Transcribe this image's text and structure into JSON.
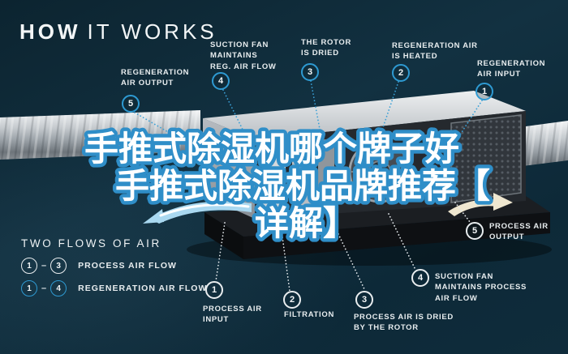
{
  "title": {
    "word_bold": "HOW",
    "word_light": "IT WORKS"
  },
  "overlay_title": {
    "line1": "手推式除湿机哪个牌子好",
    "line2": "手推式除湿机品牌推荐【",
    "line3": "详解】"
  },
  "regeneration_flow": {
    "name": "REGENERATION AIR FLOW",
    "callouts": [
      {
        "num": "1",
        "line1": "REGENERATION",
        "line2": "AIR INPUT",
        "line3": ""
      },
      {
        "num": "2",
        "line1": "REGENERATION AIR",
        "line2": "IS HEATED",
        "line3": ""
      },
      {
        "num": "3",
        "line1": "THE ROTOR",
        "line2": "IS DRIED",
        "line3": ""
      },
      {
        "num": "4",
        "line1": "SUCTION FAN",
        "line2": "MAINTAINS",
        "line3": "REG. AIR FLOW"
      },
      {
        "num": "5",
        "line1": "REGENERATION",
        "line2": "AIR OUTPUT",
        "line3": ""
      }
    ]
  },
  "process_flow": {
    "name": "PROCESS AIR FLOW",
    "callouts": [
      {
        "num": "1",
        "line1": "PROCESS AIR",
        "line2": "INPUT",
        "line3": ""
      },
      {
        "num": "2",
        "line1": "FILTRATION",
        "line2": "",
        "line3": ""
      },
      {
        "num": "3",
        "line1": "PROCESS AIR IS DRIED",
        "line2": "BY THE ROTOR",
        "line3": ""
      },
      {
        "num": "4",
        "line1": "SUCTION FAN",
        "line2": "MAINTAINS PROCESS",
        "line3": "AIR FLOW"
      },
      {
        "num": "5",
        "line1": "PROCESS AIR",
        "line2": "OUTPUT",
        "line3": ""
      }
    ]
  },
  "legend": {
    "heading": "TWO FLOWS OF AIR",
    "rows": [
      {
        "from": "1",
        "dash": "–",
        "to": "3",
        "label": "PROCESS AIR FLOW",
        "type": "process"
      },
      {
        "from": "1",
        "dash": "–",
        "to": "4",
        "label": "REGENERATION AIR FLOW",
        "type": "regeneration"
      }
    ]
  },
  "colors": {
    "background": "#0e2937",
    "accent_blue": "#2e9ad2",
    "label_text": "#e8edef",
    "overlay_fill": "#ffffff",
    "overlay_stroke": "#2f8ec8",
    "swoosh_blue": "#a9d8f0",
    "arrow_cream": "#efe7d0"
  }
}
